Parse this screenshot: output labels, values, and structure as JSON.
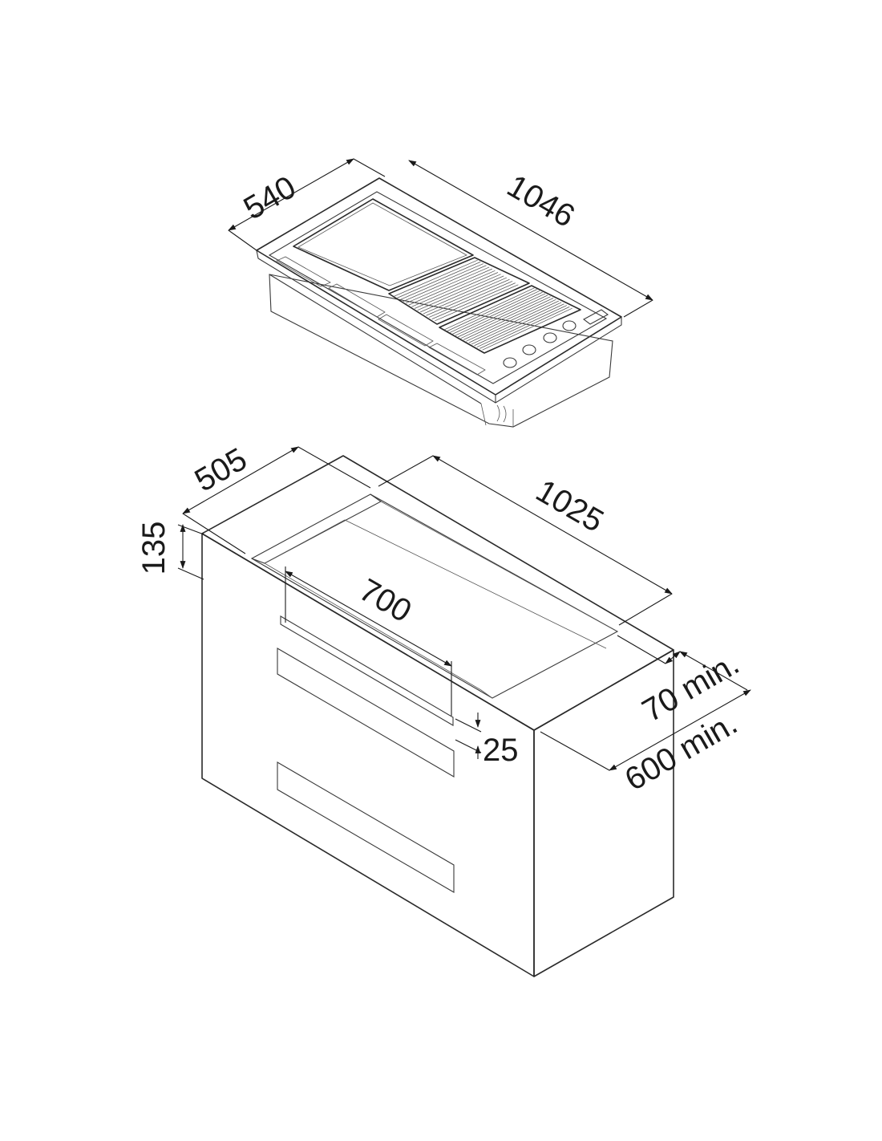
{
  "hob_dimensions": {
    "depth": "540",
    "width": "1046"
  },
  "cutout_dimensions": {
    "depth": "505",
    "width": "1025",
    "height": "135",
    "drawer_width": "700",
    "gap": "25",
    "rear_clearance": "70 min.",
    "cabinet_depth": "600 min."
  },
  "colors": {
    "line": "#2a2a2a",
    "background": "#ffffff"
  }
}
